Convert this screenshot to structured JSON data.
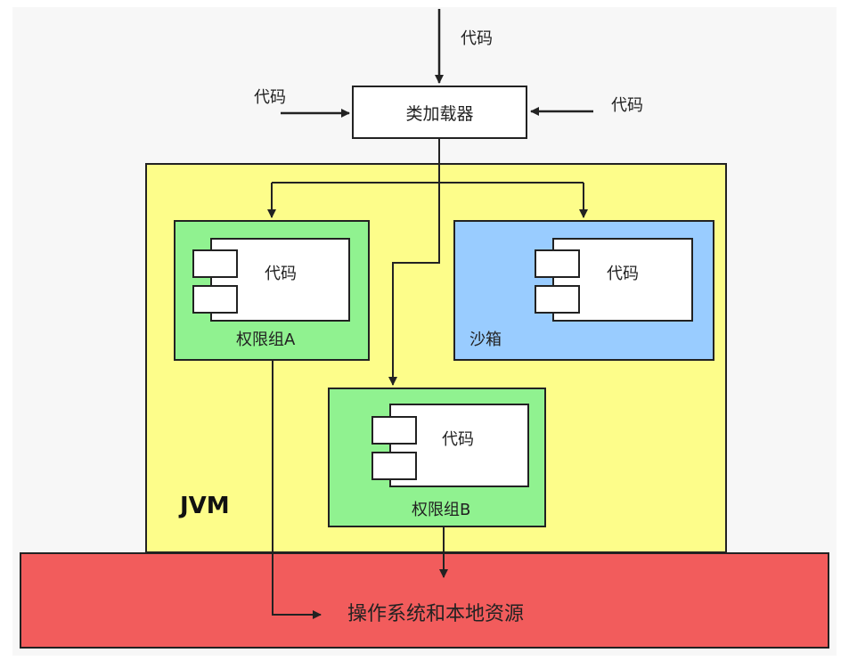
{
  "labels": {
    "code": "代码",
    "class_loader": "类加载器",
    "group_a": "权限组A",
    "group_b": "权限组B",
    "sandbox": "沙箱",
    "jvm": "JVM",
    "os_resources": "操作系统和本地资源"
  },
  "colors": {
    "jvm_fill": "#fdfd8a",
    "group_fill": "#90f290",
    "sandbox_fill": "#99ccff",
    "os_fill": "#f25c5c",
    "stroke": "#222222"
  }
}
